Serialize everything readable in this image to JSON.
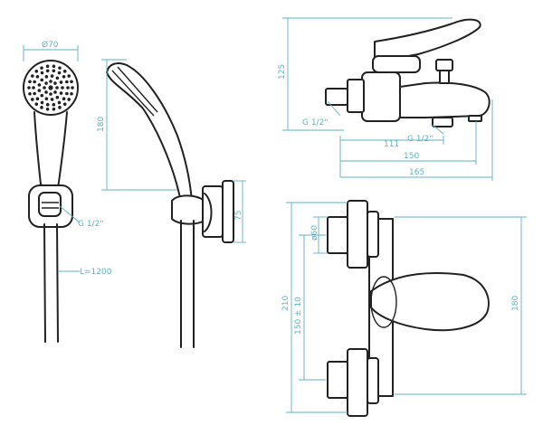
{
  "colors": {
    "outline": "#222222",
    "dimension": "#5fb3c4",
    "background": "#ffffff"
  },
  "dimensions": {
    "head_diameter": "Ø70",
    "handshower_length": "180",
    "holder_thread": "G 1/2\"",
    "hose_length": "L=1200",
    "holder_height": "75",
    "mixer_height_125": "125",
    "inlet_thread_top": "G 1/2\"",
    "outlet_thread": "G 1/2\"",
    "width_111": "111",
    "width_150": "150",
    "width_165": "165",
    "connector_diameter": "ø60",
    "wall_height": "210",
    "centers": "150 ± 10",
    "body_height": "180"
  }
}
